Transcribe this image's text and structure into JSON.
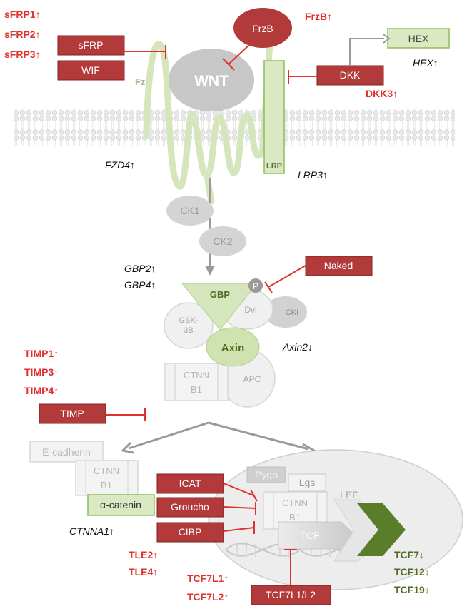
{
  "labels": {
    "sfrp1": "sFRP1↑",
    "sfrp2": "sFRP2↑",
    "sfrp3": "sFRP3↑",
    "frzb_up": "FrzB↑",
    "hex_gene": "HEX↑",
    "dkk3": "DKK3↑",
    "fzd4": "FZD4↑",
    "lrp3": "LRP3↑",
    "gbp2": "GBP2↑",
    "gbp4": "GBP4↑",
    "axin2": "Axin2↓",
    "timp1": "TIMP1↑",
    "timp3": "TIMP3↑",
    "timp4": "TIMP4↑",
    "ctnna1": "CTNNA1↑",
    "tle2": "TLE2↑",
    "tle4": "TLE4↑",
    "tcf7l1": "TCF7L1↑",
    "tcf7l2": "TCF7L2↑",
    "tcf7": "TCF7↓",
    "tcf12": "TCF12↓",
    "tcf19": "TCF19↓"
  },
  "nodes": {
    "wnt": "WNT",
    "fz": "Fz",
    "frzb": "FrzB",
    "sfrp": "sFRP",
    "wif": "WIF",
    "hex": "HEX",
    "dkk": "DKK",
    "lrp": "LRP",
    "ck1": "CK1",
    "ck2": "CK2",
    "naked": "Naked",
    "p": "P",
    "gbp": "GBP",
    "dvl": "Dvl",
    "cki": "CKI",
    "gsk_1": "GSK-",
    "gsk_2": "3B",
    "axin": "Axin",
    "ctnn_1": "CTNN",
    "ctnn_2": "B1",
    "apc": "APC",
    "timp": "TIMP",
    "ecadherin": "E-cadherin",
    "ctnn_mem_1": "CTNN",
    "ctnn_mem_2": "B1",
    "alpha_catenin": "α-catenin",
    "icat": "ICAT",
    "groucho": "Groucho",
    "cibp": "CIBP",
    "pygo": "Pygo",
    "lgs": "Lgs",
    "ctnn_nuc_1": "CTNN",
    "ctnn_nuc_2": "B1",
    "lef": "LEF",
    "tcf": "TCF",
    "tcf7l1_l2": "TCF7L1/L2"
  },
  "colors": {
    "repressor_box": "#b23a3a",
    "upregulated_label": "#e0312e",
    "downregulated_label": "#4f6b22",
    "receptor_green": "#dbe9c2",
    "complex_grey": "#d4d4d4"
  }
}
